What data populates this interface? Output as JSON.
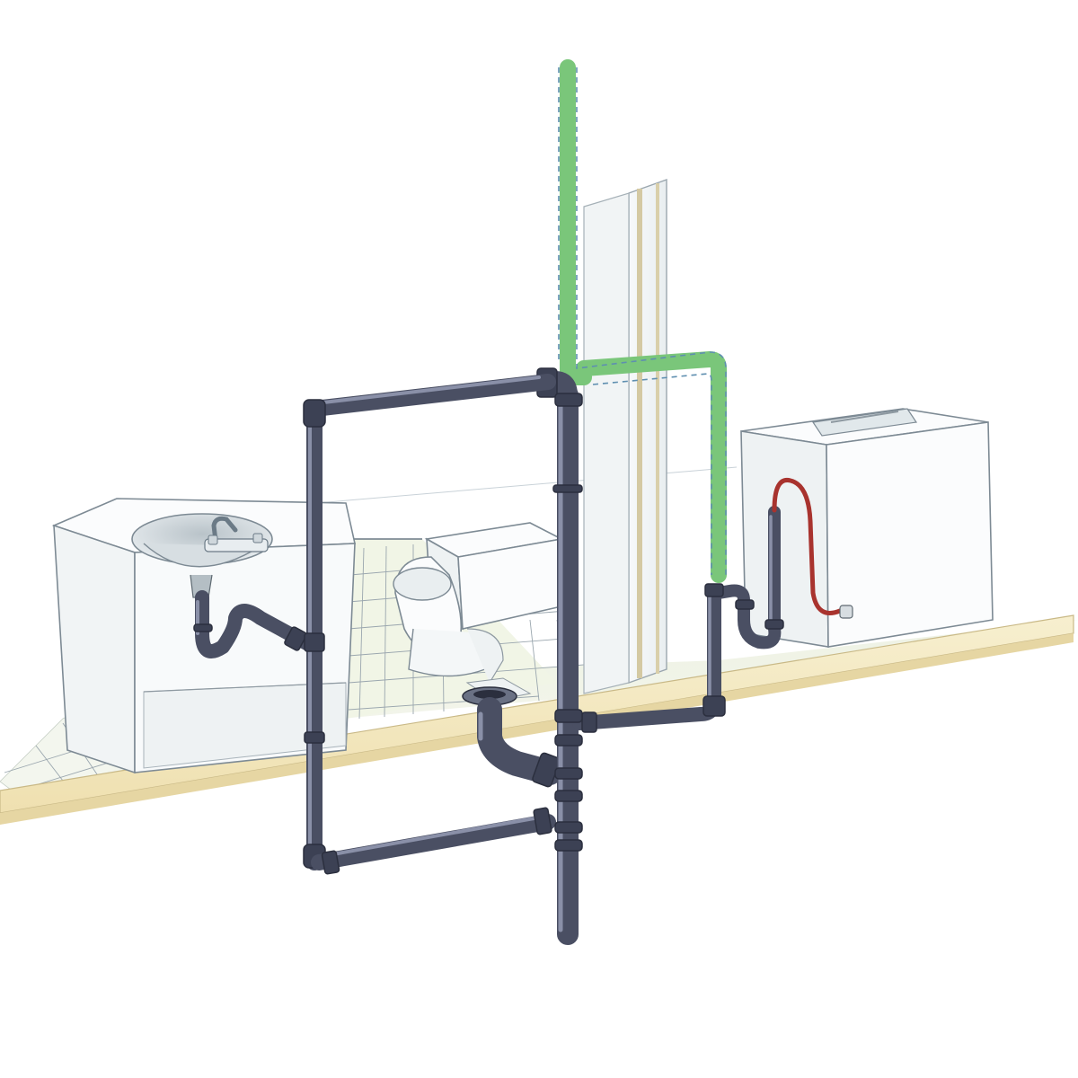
{
  "diagram": {
    "elements": [
      "sink-vanity",
      "toilet",
      "washing-machine",
      "drain-stack",
      "vent-pipe",
      "partition-wall",
      "floor-joist"
    ]
  },
  "colors": {
    "drain_pipe": "#4a4f63",
    "vent_pipe": "#7ac67a",
    "supply_hose": "#a8332e",
    "floor_joist": "#f3e7bf",
    "wall": "#f2f5f6",
    "background": "#ffffff"
  }
}
